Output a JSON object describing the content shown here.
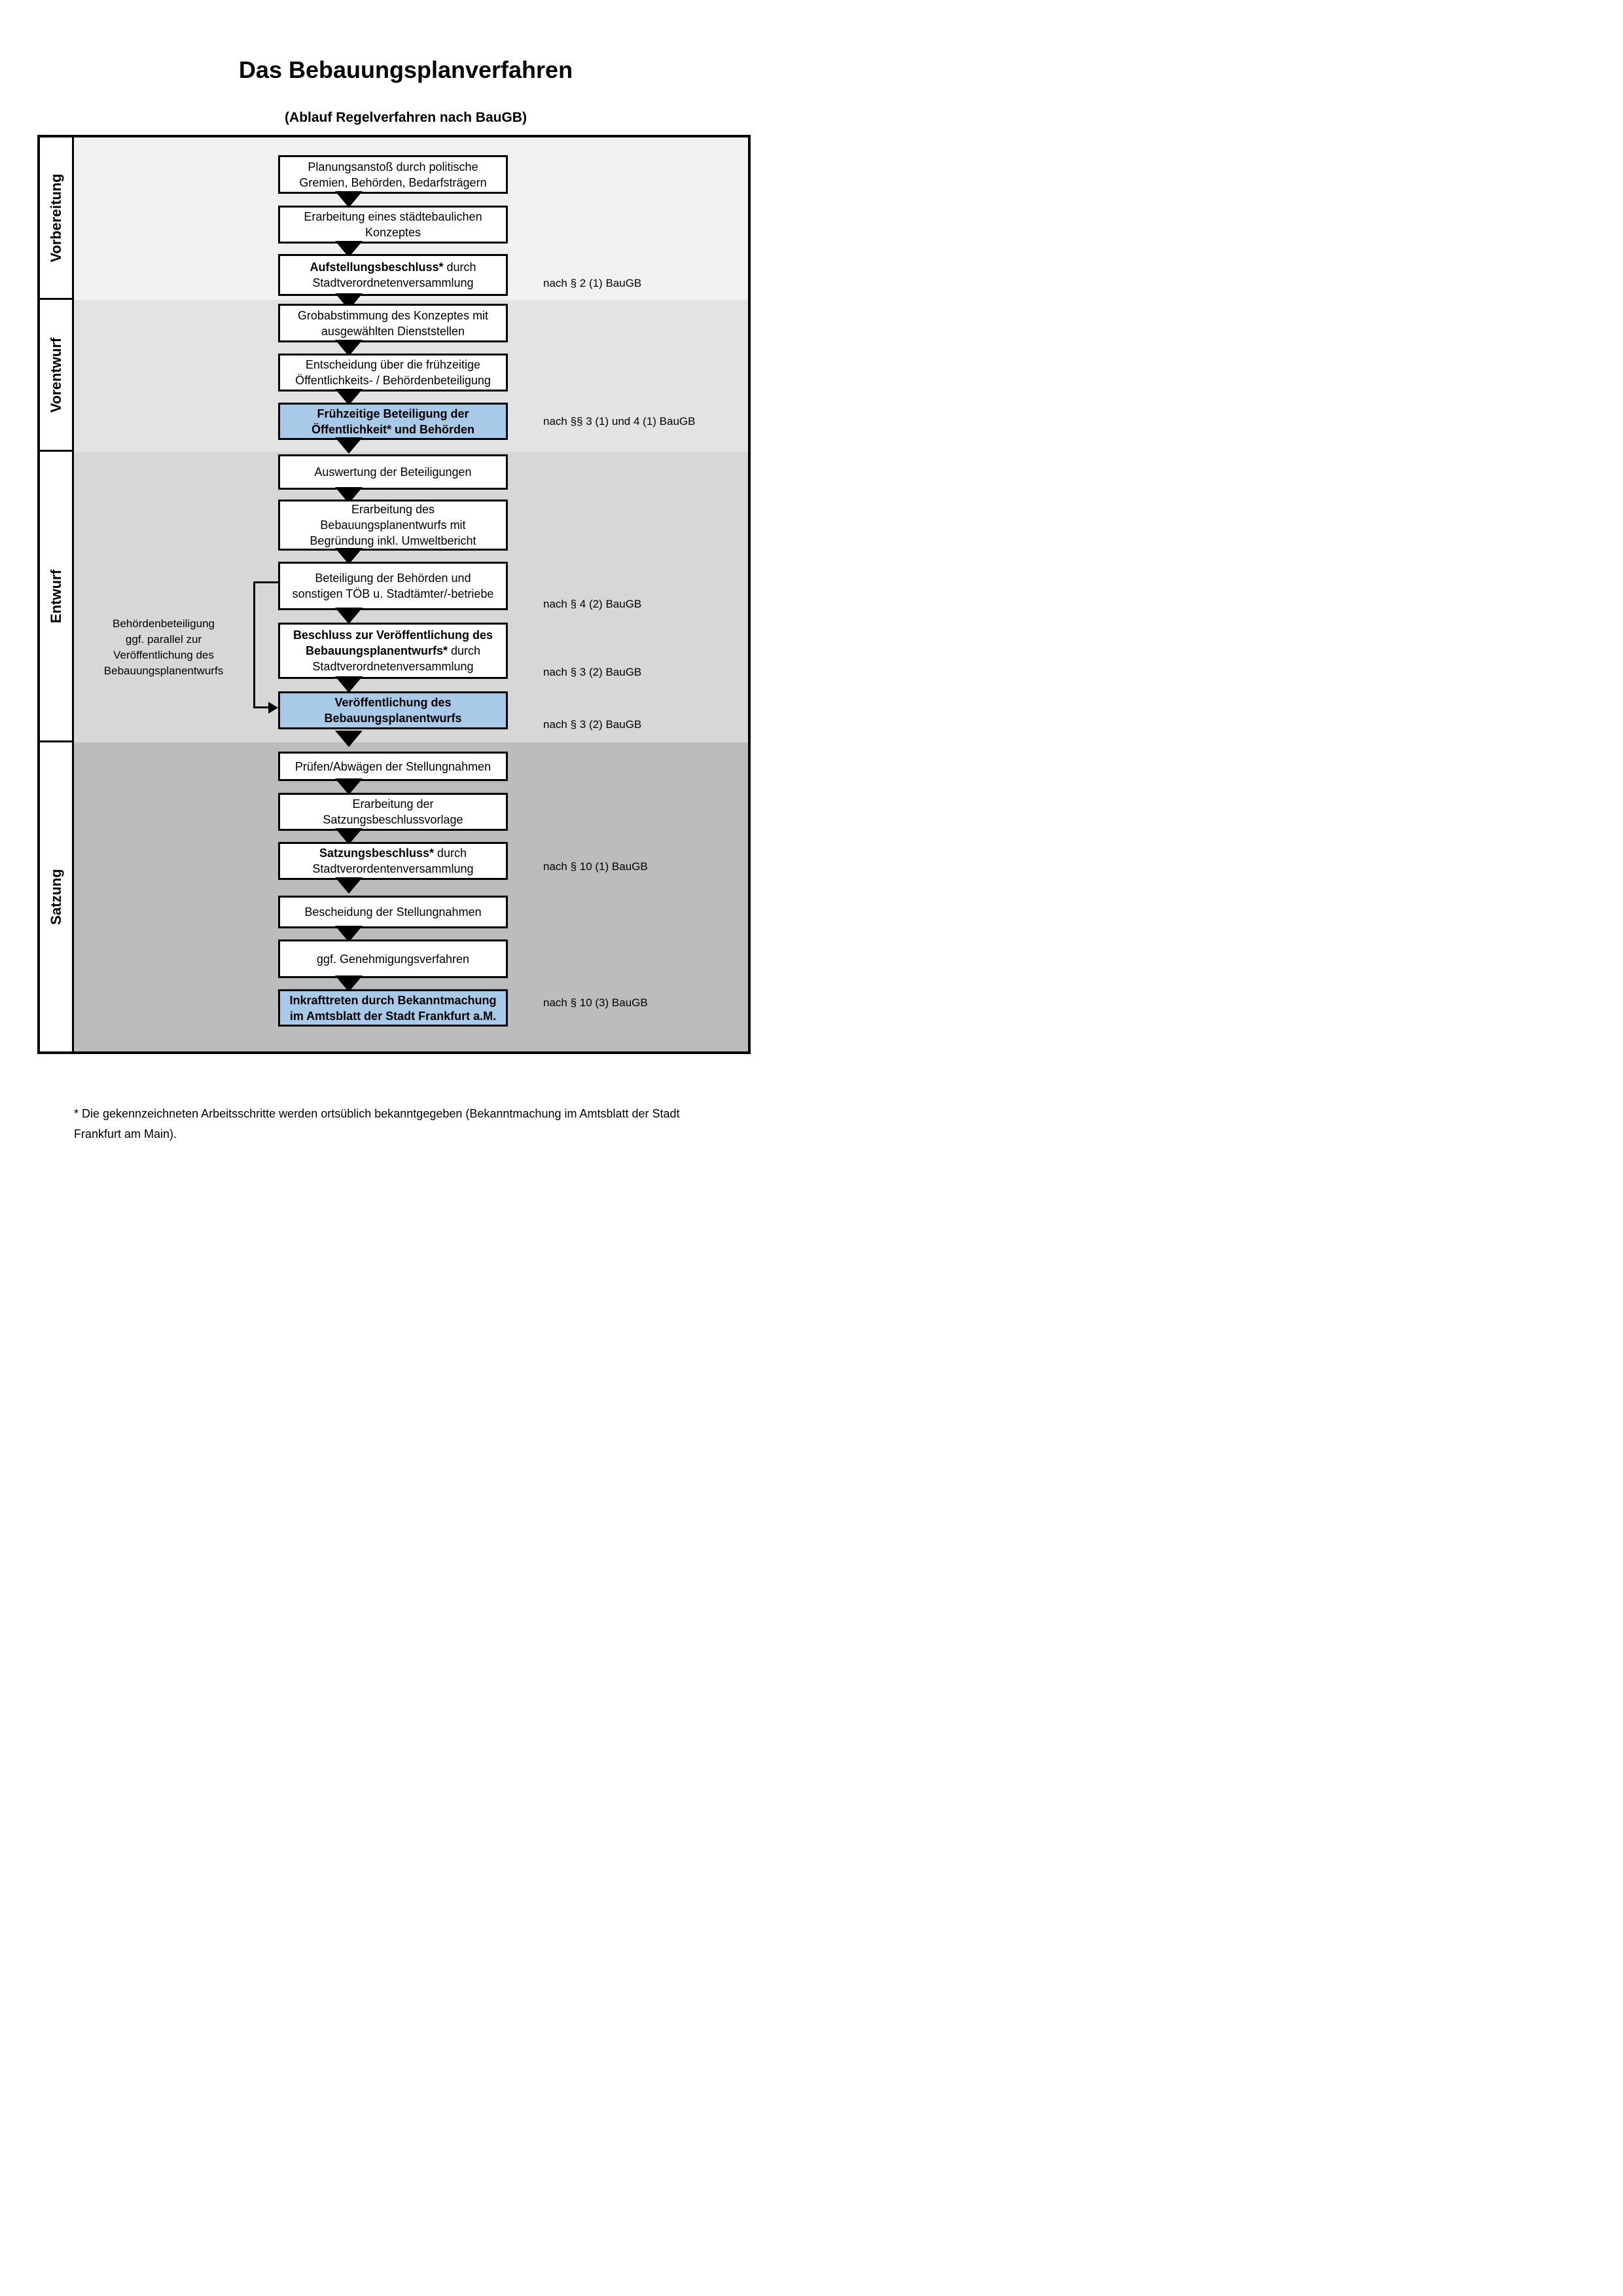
{
  "title": "Das Bebauungsplanverfahren",
  "subtitle": "(Ablauf Regelverfahren nach BauGB)",
  "colors": {
    "highlight_box_blue": "#a9c9e9",
    "zone_vorbereitung": "#f1f1f1",
    "zone_vorentwurf": "#e3e3e3",
    "zone_entwurf": "#d7d7d7",
    "zone_satzung": "#bcbcbc",
    "box_border": "#000000"
  },
  "phases": [
    {
      "label": "Vorbereitung"
    },
    {
      "label": "Vorentwurf"
    },
    {
      "label": "Entwurf"
    },
    {
      "label": "Satzung"
    }
  ],
  "boxes": [
    {
      "bold": "",
      "text": "Planungsanstoß durch politische\nGremien, Behörden, Bedarfsträgern"
    },
    {
      "bold": "",
      "text": "Erarbeitung eines städtebaulichen\nKonzeptes"
    },
    {
      "bold": "Aufstellungsbeschluss*",
      "text": " durch\nStadtverordnetenversammlung"
    },
    {
      "bold": "",
      "text": "Grobabstimmung des Konzeptes mit\nausgewählten Dienststellen"
    },
    {
      "bold": "",
      "text": "Entscheidung über die frühzeitige\nÖffentlichkeits- / Behördenbeteiligung"
    },
    {
      "bold": "Frühzeitige Beteiligung der\nÖffentlichkeit* und Behörden",
      "text": ""
    },
    {
      "bold": "",
      "text": "Auswertung der Beteiligungen"
    },
    {
      "bold": "",
      "text": "Erarbeitung des\nBebauungsplanentwurfs mit\nBegründung inkl. Umweltbericht"
    },
    {
      "bold": "",
      "text": "Beteiligung der Behörden und\nsonstigen TÖB u. Stadtämter/-betriebe"
    },
    {
      "bold": "Beschluss zur Veröffentlichung des\nBebauungsplanentwurfs*",
      "text": " durch\nStadtverordnetenversammlung"
    },
    {
      "bold": "Veröffentlichung des\nBebauungsplanentwurfs",
      "text": ""
    },
    {
      "bold": "",
      "text": "Prüfen/Abwägen der Stellungnahmen"
    },
    {
      "bold": "",
      "text": "Erarbeitung der\nSatzungsbeschlussvorlage"
    },
    {
      "bold": "Satzungsbeschluss*",
      "text": " durch\nStadtverordentenversammlung"
    },
    {
      "bold": "",
      "text": "Bescheidung der Stellungnahmen"
    },
    {
      "bold": "",
      "text": "ggf. Genehmigungsverfahren"
    },
    {
      "bold": "Inkrafttreten",
      "text": " durch Bekanntmachung\nim Amtsblatt der Stadt Frankfurt a.M."
    }
  ],
  "side_notes": [
    {
      "text": "nach § 2 (1) BauGB"
    },
    {
      "text": "nach §§ 3 (1) und 4 (1) BauGB"
    },
    {
      "text": "nach § 4 (2) BauGB"
    },
    {
      "text": "nach § 3 (2) BauGB"
    },
    {
      "text": "nach § 3 (2) BauGB"
    },
    {
      "text": "nach § 10 (1) BauGB"
    },
    {
      "text": "nach § 10 (3) BauGB"
    }
  ],
  "left_note": "Behördenbeteiligung\nggf. parallel zur\nVeröffentlichung des\nBebauungsplanentwurfs",
  "footnote": "* Die gekennzeichneten Arbeitsschritte werden ortsüblich bekanntgegeben (Bekanntmachung im Amtsblatt  der Stadt\nFrankfurt am Main)."
}
